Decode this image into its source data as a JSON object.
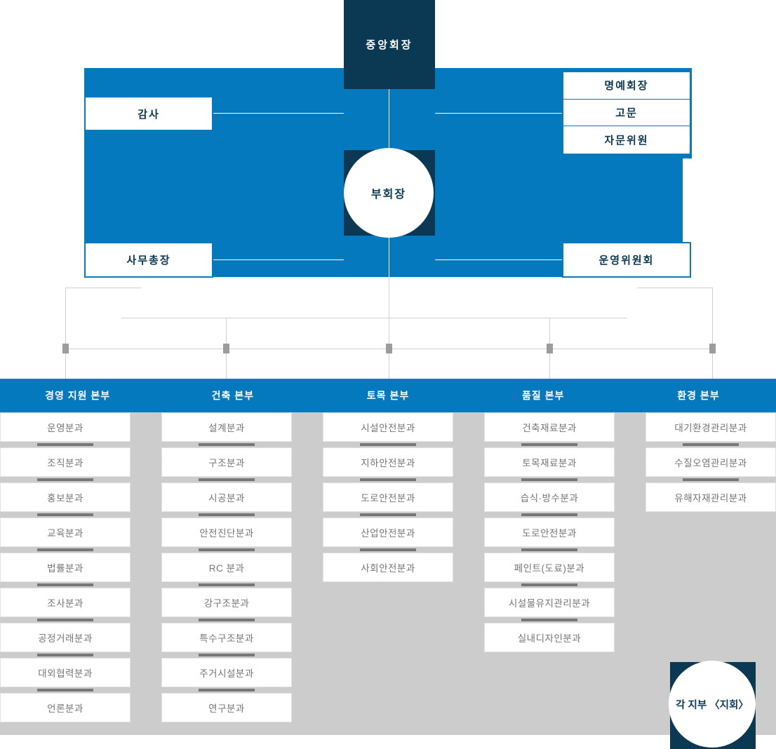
{
  "colors": {
    "brand_blue": "#0579be",
    "navy": "#0b3954",
    "gray_panel": "#cccccc",
    "line_gray": "#cfcfcf",
    "text_gray": "#757575"
  },
  "executive": {
    "chairman": "중앙회장",
    "vice_chairman": "부회장",
    "auditor": "감사",
    "secretary_general": "사무총장",
    "operating_committee": "운영위원회",
    "advisory_group": [
      "명예회장",
      "고문",
      "자문위원"
    ]
  },
  "divisions": [
    {
      "header": "경영 지원 본부",
      "subcommittees": [
        "운영분과",
        "조직분과",
        "홍보분과",
        "교육분과",
        "법률분과",
        "조사분과",
        "공정거래분과",
        "대외협력분과",
        "언론분과"
      ]
    },
    {
      "header": "건축 본부",
      "subcommittees": [
        "설계분과",
        "구조분과",
        "시공분과",
        "안전진단분과",
        "RC 분과",
        "강구조분과",
        "특수구조분과",
        "주거시설분과",
        "연구분과"
      ]
    },
    {
      "header": "토목 본부",
      "subcommittees": [
        "시설안전분과",
        "지하안전분과",
        "도로안전분과",
        "산업안전분과",
        "사회안전분과"
      ]
    },
    {
      "header": "품질 본부",
      "subcommittees": [
        "건축재료분과",
        "토목재료분과",
        "습식·방수분과",
        "도로안전분과",
        "페인트(도료)분과",
        "시설물유지관리분과",
        "실내디자인분과"
      ]
    },
    {
      "header": "환경 본부",
      "subcommittees": [
        "대기환경관리분과",
        "수질오염관리분과",
        "유해자재관리분과"
      ]
    }
  ],
  "branches": {
    "label": "각 지부 〈지회〉"
  }
}
